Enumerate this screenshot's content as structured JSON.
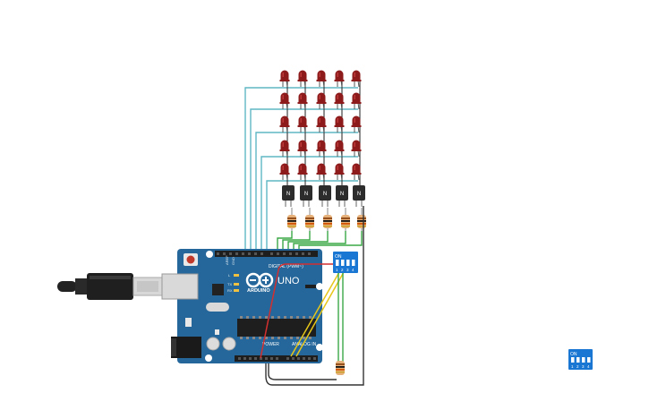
{
  "led_matrix": {
    "color": "#8e1b1b",
    "highlight": "#c84040",
    "rows": 5,
    "columns": 5
  },
  "transistors": {
    "color": "#2c2c2c",
    "label": "N",
    "count": 5
  },
  "resistors": {
    "body_color": "#e6b07a",
    "count": 5
  },
  "arduino": {
    "board_color": "#25679a",
    "brand": "ARDUINO",
    "model": "UNO",
    "digital_label": "DIGITAL (PWM~)",
    "power_label": "POWER",
    "analog_label": "ANALOG IN",
    "led_label_l": "L",
    "led_label_tx": "TX",
    "led_label_rx": "RX",
    "aref_label": "AREF",
    "gnd_label": "GND"
  },
  "dip_switch": {
    "color": "#1976d2",
    "on_label": "ON",
    "numbers": [
      "1",
      "2",
      "3",
      "4"
    ]
  },
  "dip_switch_spare": {
    "on_label": "ON",
    "numbers": [
      "1",
      "2",
      "3",
      "4"
    ]
  },
  "wire_colors": {
    "teal": "#5fb7c4",
    "green": "#3aa847",
    "red": "#d32f2f",
    "yellow": "#e6c619",
    "black": "#333333"
  },
  "usb_cable": {
    "color": "#222222"
  }
}
